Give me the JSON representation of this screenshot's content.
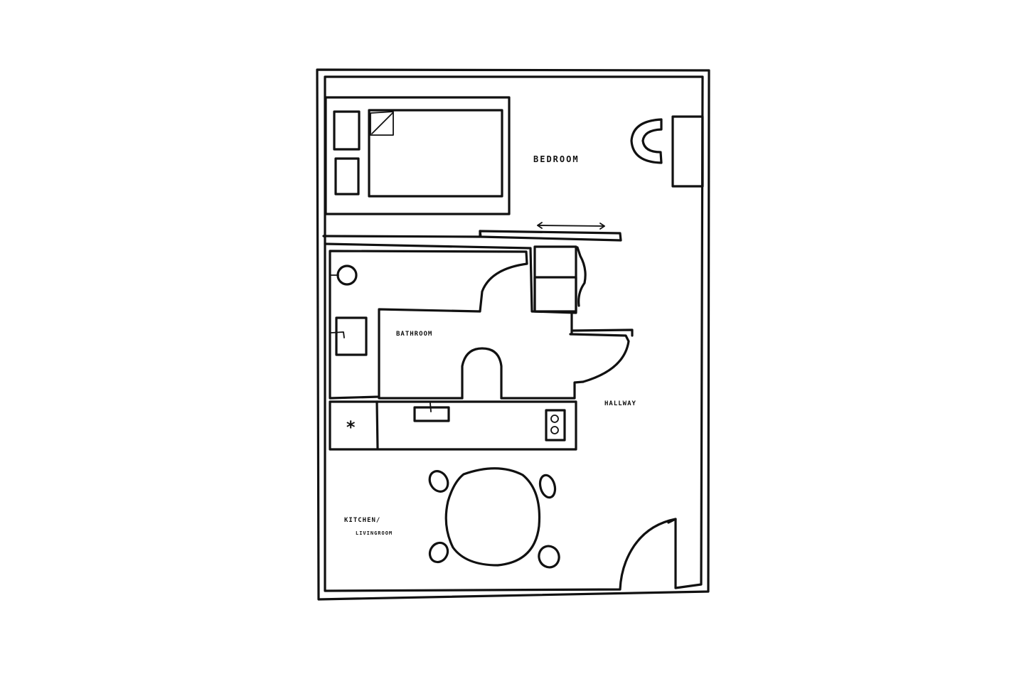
{
  "rooms": {
    "bedroom": "BEDROOM",
    "bathroom": "BATHROOM",
    "hallway": "HALLWAY",
    "kitchen_line1": "KITCHEN/",
    "kitchen_line2": "LIVINGROOM"
  },
  "colors": {
    "ink": "#111111",
    "background": "#ffffff"
  },
  "icons": {
    "stove": "stove-icon",
    "sink": "sink-icon",
    "fridge": "fridge-icon"
  }
}
